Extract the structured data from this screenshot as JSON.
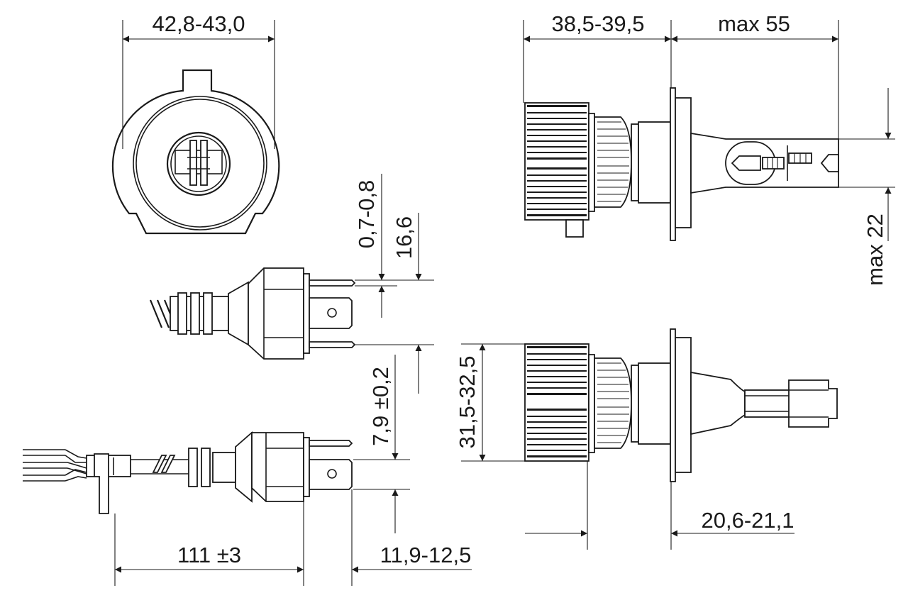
{
  "dimensions": {
    "base_diameter": "42,8-43,0",
    "flange_to_rear": "38,5-39,5",
    "flange_to_tip": "max 55",
    "tip_height": "max 22",
    "plate_thickness": "0,7-0,8",
    "pin_offset": "16,6",
    "pin_spacing": "7,9 ±0,2",
    "body_diameter": "31,5-32,5",
    "cable_length": "111 ±3",
    "tab_length": "11,9-12,5",
    "flange_offset": "20,6-21,1"
  }
}
